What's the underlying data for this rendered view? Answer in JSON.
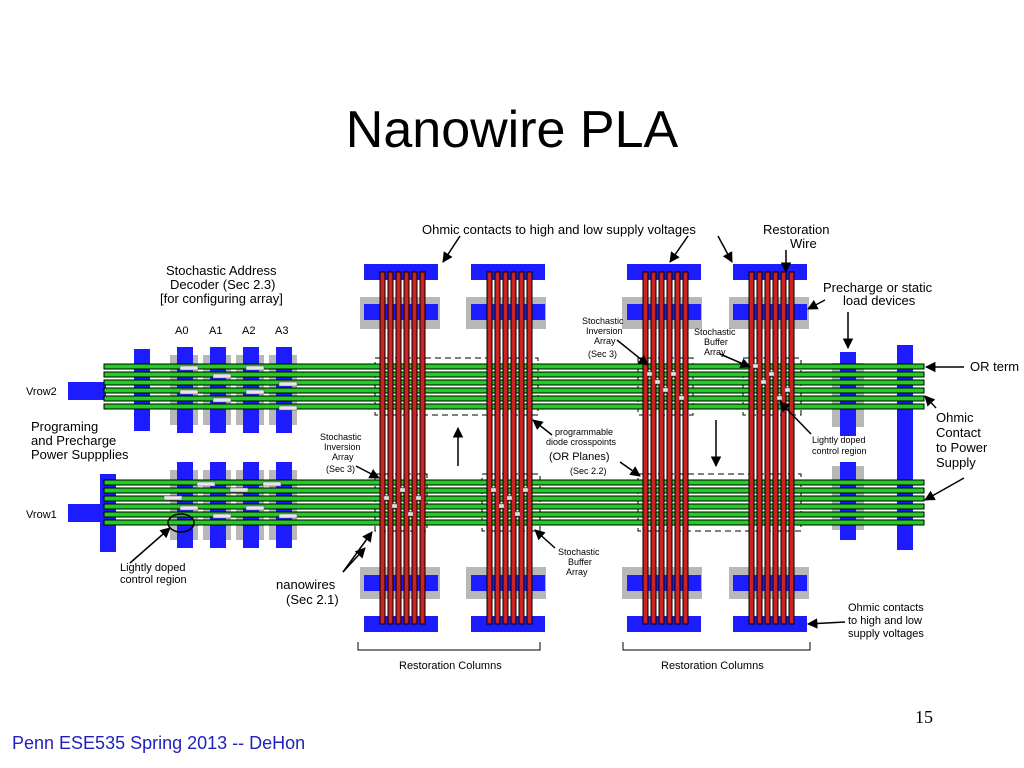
{
  "slide": {
    "title": "Nanowire PLA",
    "footer": "Penn ESE535 Spring 2013 -- DeHon",
    "page_number": "15"
  },
  "labels": {
    "ohmic_top": "Ohmic contacts to high and low supply voltages",
    "restoration_wire_1": "Restoration",
    "restoration_wire_2": "Wire",
    "decoder_1": "Stochastic Address",
    "decoder_2": "Decoder (Sec 2.3)",
    "decoder_3": "[for configuring array]",
    "a0": "A0",
    "a1": "A1",
    "a2": "A2",
    "a3": "A3",
    "vrow2": "Vrow2",
    "vrow1": "Vrow1",
    "prog_1": "Programing",
    "prog_2": "and Precharge",
    "prog_3": "Power Suppplies",
    "precharge_1": "Precharge or static",
    "precharge_2": "load devices",
    "or_term": "OR term",
    "ohmic_power_1": "Ohmic",
    "ohmic_power_2": "Contact",
    "ohmic_power_3": "to Power",
    "ohmic_power_4": "Supply",
    "sia_top_1": "Stochastic",
    "sia_top_2": "Inversion",
    "sia_top_3": "Array",
    "sia_top_4": "(Sec 3)",
    "sba_top_1": "Stochastic",
    "sba_top_2": "Buffer",
    "sba_top_3": "Array",
    "sia_left_1": "Stochastic",
    "sia_left_2": "Inversion",
    "sia_left_3": "Array",
    "sia_left_4": "(Sec 3)",
    "pdc_1": "programmable",
    "pdc_2": "diode crosspoints",
    "pdc_3": "(OR Planes)",
    "pdc_4": "(Sec 2.2)",
    "ldcr_right_1": "Lightly doped",
    "ldcr_right_2": "control region",
    "ldcr_left_1": "Lightly doped",
    "ldcr_left_2": "control region",
    "nanowires_1": "nanowires",
    "nanowires_2": "(Sec 2.1)",
    "sba_bottom_1": "Stochastic",
    "sba_bottom_2": "Buffer",
    "sba_bottom_3": "Array",
    "ohmic_bottom_1": "Ohmic contacts",
    "ohmic_bottom_2": "to high and low",
    "ohmic_bottom_3": "supply voltages",
    "restoration_cols_left": "Restoration Columns",
    "restoration_cols_right": "Restoration Columns"
  },
  "colors": {
    "nanowire_red": "#cc2222",
    "nanowire_green": "#22cc22",
    "contact_blue": "#1c1cff",
    "doped_gray": "#b8b8b8",
    "footer_blue": "#1f1fbf"
  }
}
